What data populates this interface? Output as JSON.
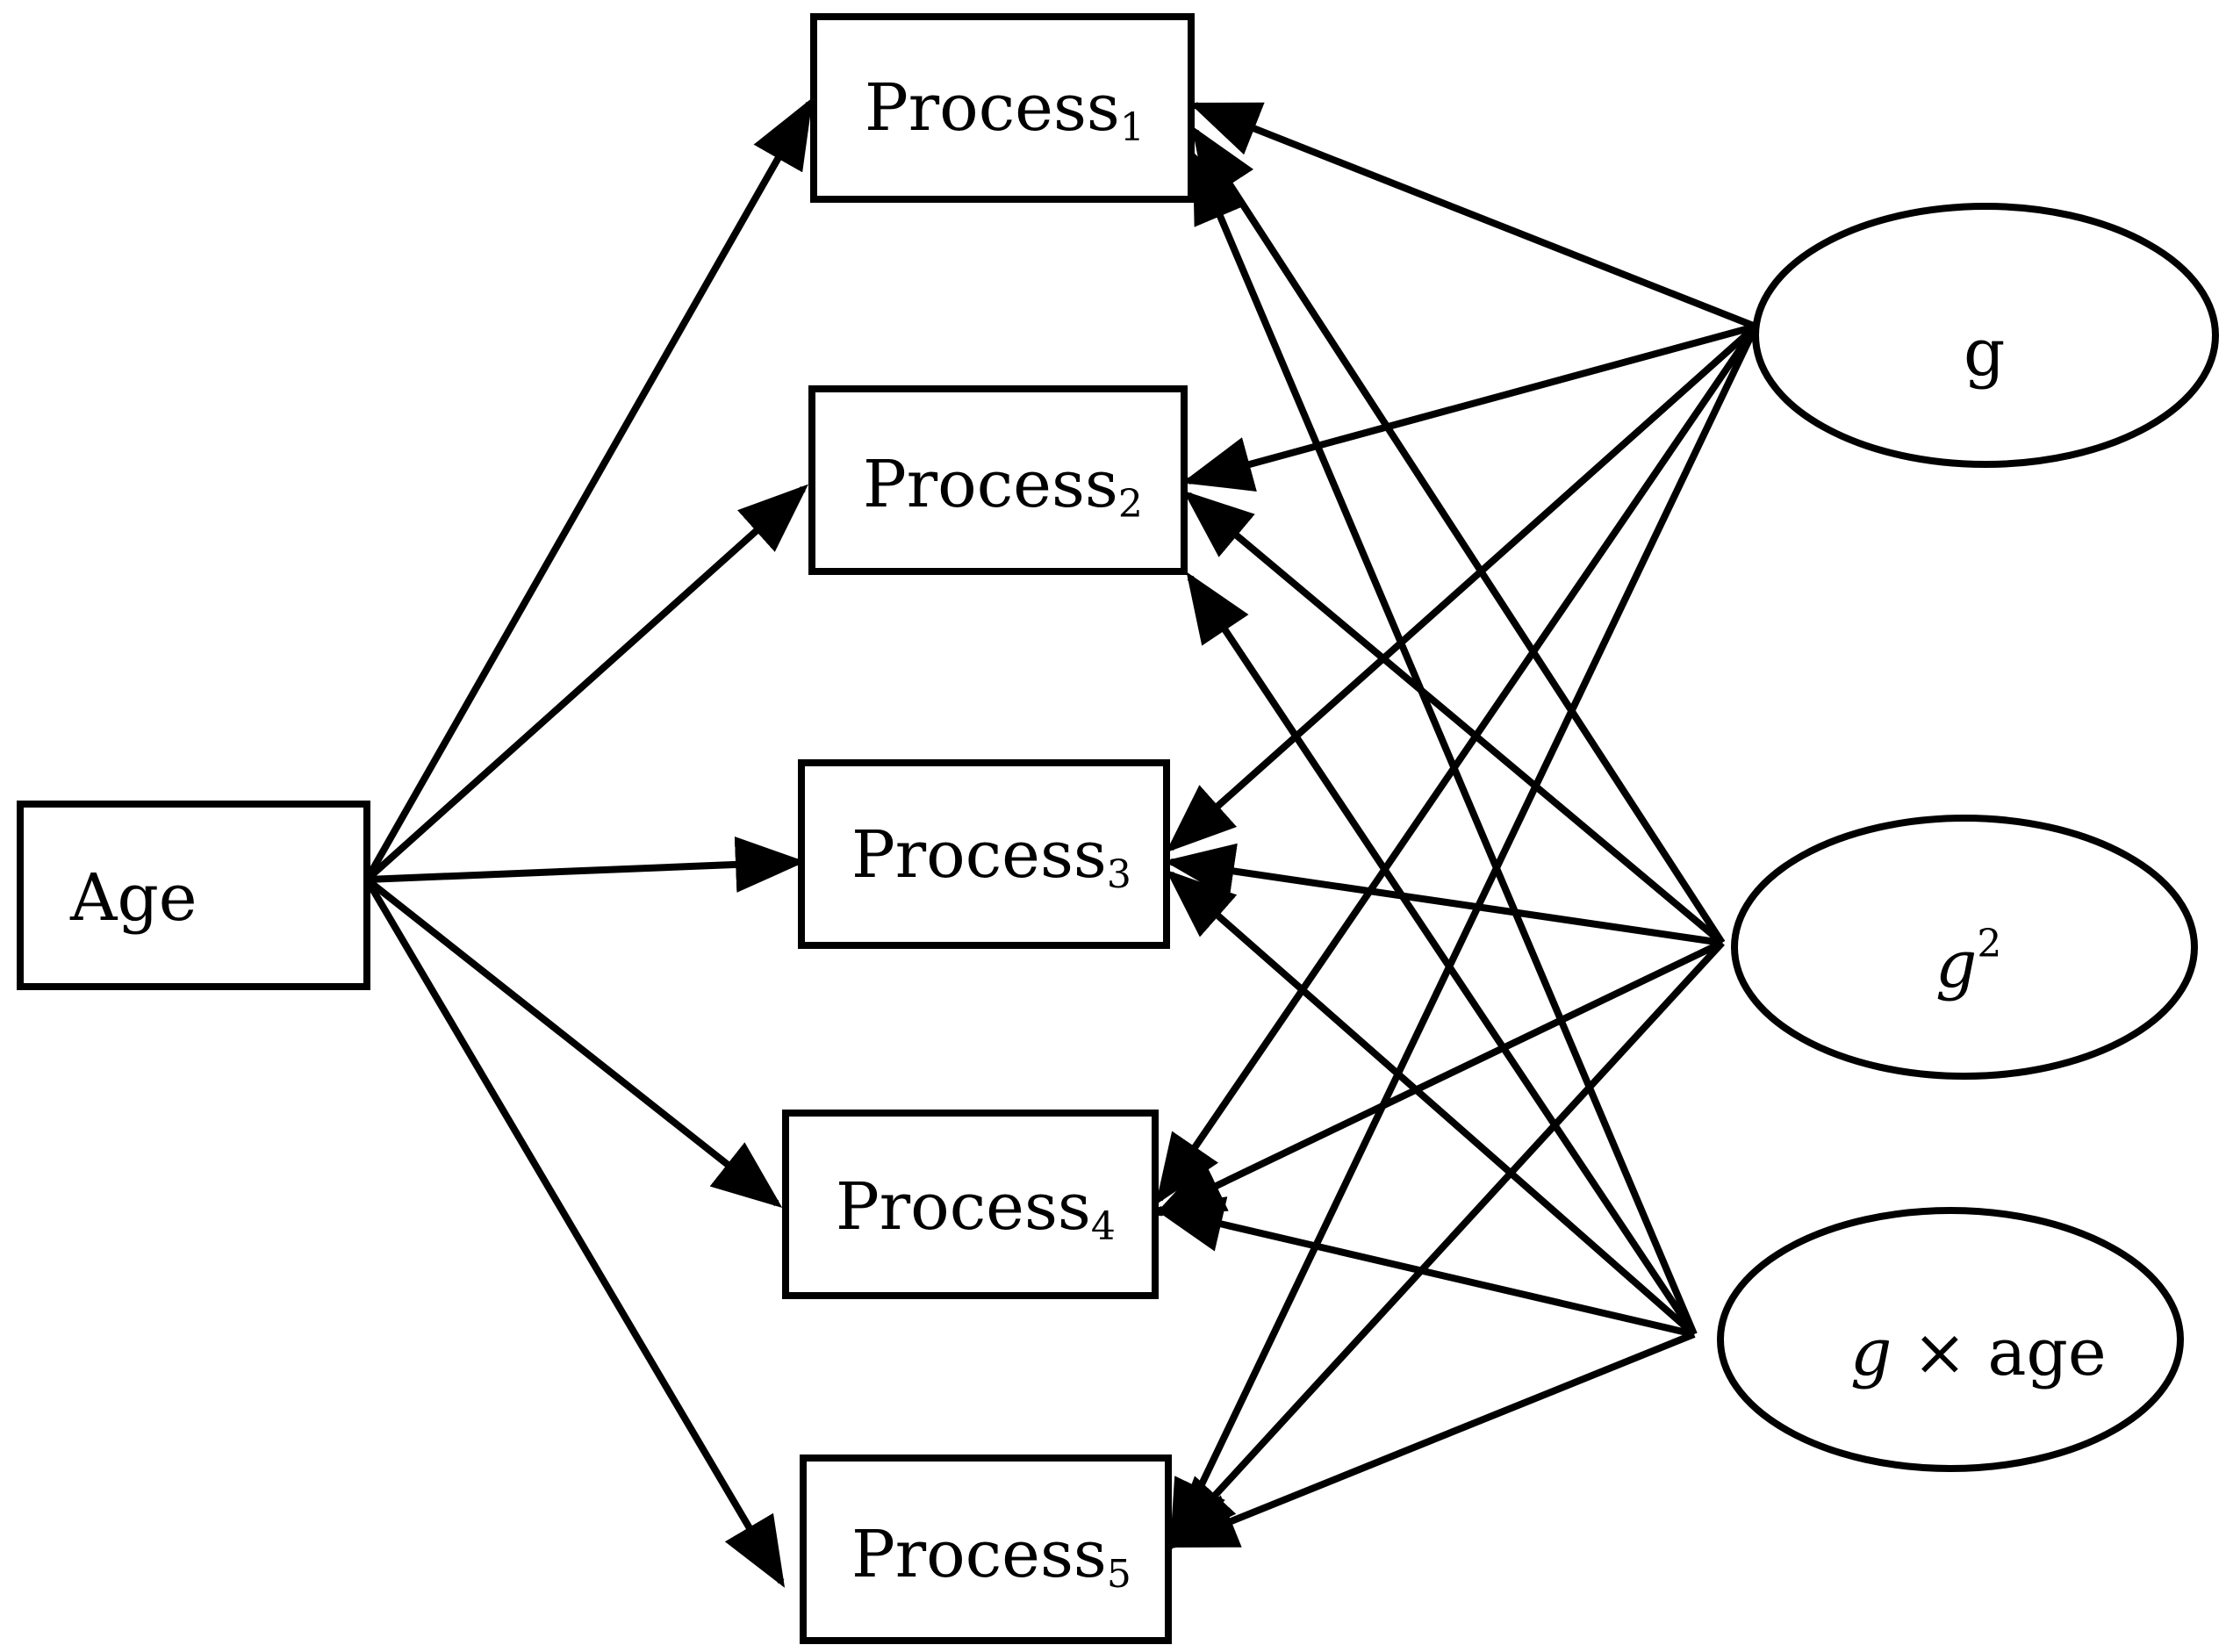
{
  "nodes": {
    "age": {
      "label": "Age"
    },
    "process1": {
      "label": "Process",
      "sub": "1"
    },
    "process2": {
      "label": "Process",
      "sub": "2"
    },
    "process3": {
      "label": "Process",
      "sub": "3"
    },
    "process4": {
      "label": "Process",
      "sub": "4"
    },
    "process5": {
      "label": "Process",
      "sub": "5"
    },
    "g": {
      "label": "g"
    },
    "g2": {
      "label": "g",
      "sup": "2"
    },
    "gxage": {
      "label_italic": "g",
      "label_rest": " × age"
    }
  },
  "edges": [
    {
      "from": "age",
      "to": "process1"
    },
    {
      "from": "age",
      "to": "process2"
    },
    {
      "from": "age",
      "to": "process3"
    },
    {
      "from": "age",
      "to": "process4"
    },
    {
      "from": "age",
      "to": "process5"
    },
    {
      "from": "g",
      "to": "process1"
    },
    {
      "from": "g",
      "to": "process2"
    },
    {
      "from": "g",
      "to": "process3"
    },
    {
      "from": "g",
      "to": "process4"
    },
    {
      "from": "g",
      "to": "process5"
    },
    {
      "from": "g2",
      "to": "process1"
    },
    {
      "from": "g2",
      "to": "process2"
    },
    {
      "from": "g2",
      "to": "process3"
    },
    {
      "from": "g2",
      "to": "process4"
    },
    {
      "from": "g2",
      "to": "process5"
    },
    {
      "from": "gxage",
      "to": "process1"
    },
    {
      "from": "gxage",
      "to": "process2"
    },
    {
      "from": "gxage",
      "to": "process3"
    },
    {
      "from": "gxage",
      "to": "process4"
    },
    {
      "from": "gxage",
      "to": "process5"
    }
  ]
}
